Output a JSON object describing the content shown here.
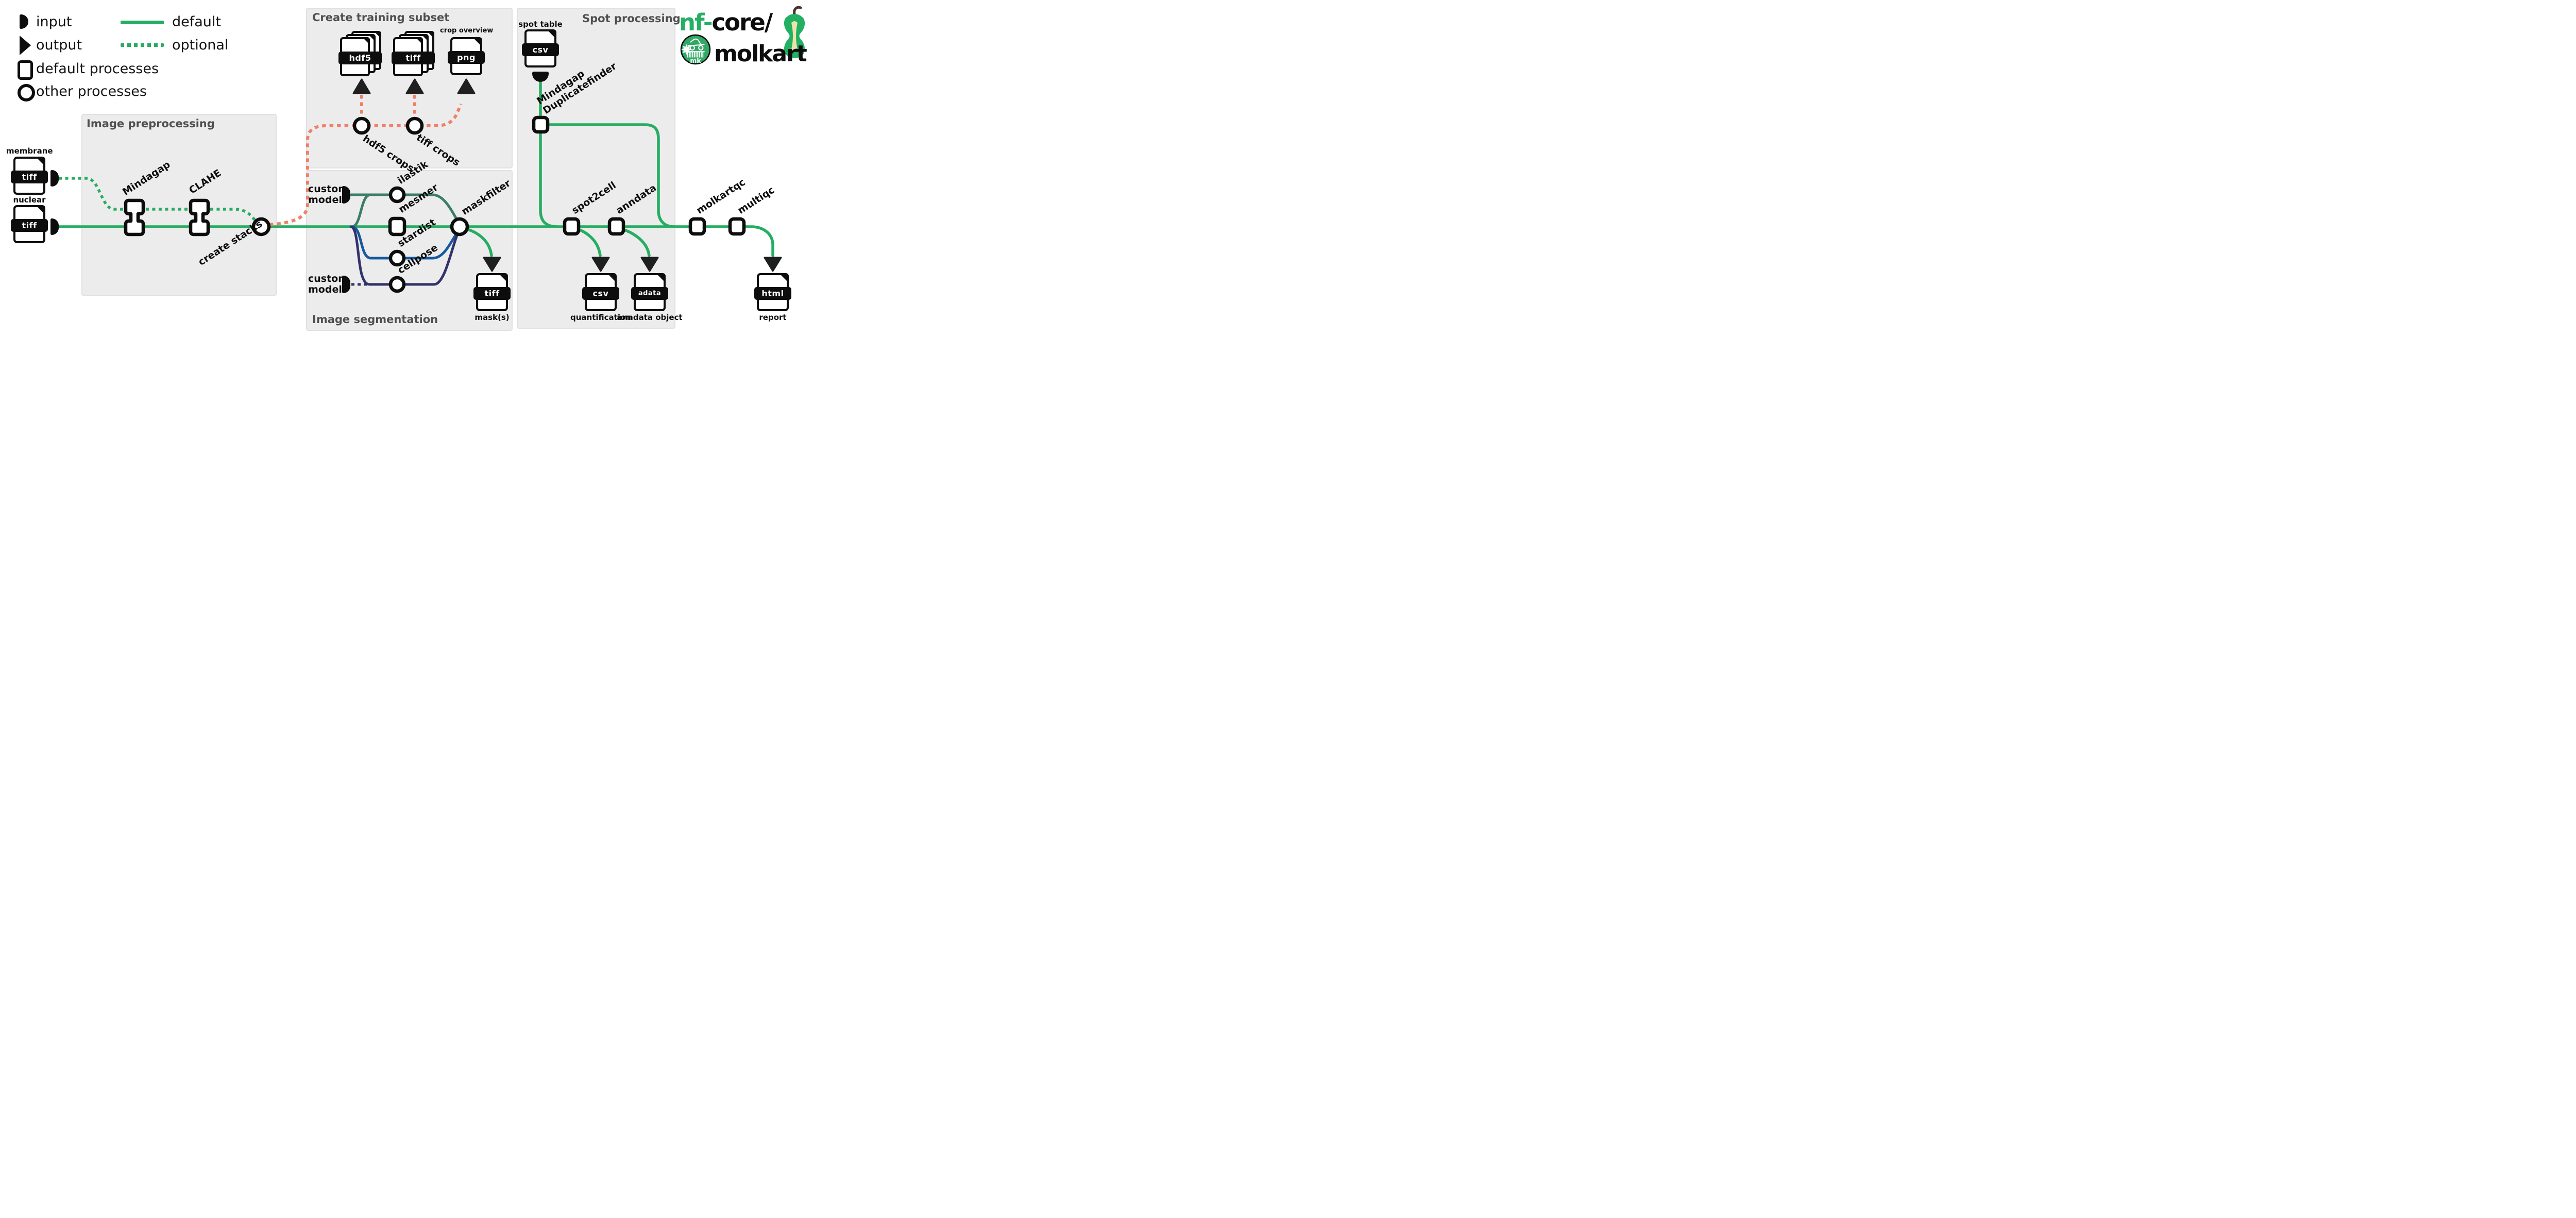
{
  "colors": {
    "line_green": "#27ad62",
    "optional_green": "#27ad62",
    "salmon": "#f0806b",
    "teal_ilastik": "#3a7d68",
    "blue_stardist": "#15599e",
    "navy_cellpose": "#32336b",
    "box_background": "#ececec",
    "box_title_gray": "#4f4f4f",
    "node_black": "#0d0d0d",
    "logo_green": "#24b064",
    "badge_green": "#2fa963"
  },
  "legend": {
    "input": "input",
    "output": "output",
    "default_processes": "default processes",
    "other_processes": "other processes",
    "default_line": "default",
    "optional_line": "optional"
  },
  "logo": {
    "prefix": "nf-",
    "suffix": "core/",
    "name": "molkart",
    "badge": "mk"
  },
  "boxes": {
    "preprocessing": "Image preprocessing",
    "training": "Create training subset",
    "segmentation": "Image segmentation",
    "spot": "Spot processing"
  },
  "processes": {
    "mindagap": "Mindagap",
    "clahe": "CLAHE",
    "create_stacks": "create stacks",
    "hdf5_crops": "hdf5 crops",
    "tiff_crops": "tiff crops",
    "ilastik": "ilastik",
    "mesmer": "mesmer",
    "stardist": "stardist",
    "cellpose": "cellpose",
    "maskfilter": "maskfilter",
    "duplicatefinder_line1": "Mindagap",
    "duplicatefinder_line2": "Duplicatefinder",
    "spot2cell": "spot2cell",
    "anndata": "anndata",
    "molkartqc": "molkartqc",
    "multiqc": "multiqc"
  },
  "inputs": {
    "custom_model_line1": "custom",
    "custom_model_line2": "model"
  },
  "files": {
    "membrane": {
      "label": "membrane",
      "type": "tiff"
    },
    "nuclear": {
      "label": "nuclear",
      "type": "tiff"
    },
    "spot_table": {
      "label": "spot table",
      "type": "csv"
    },
    "hdf5_crops": {
      "type": "hdf5"
    },
    "tiff_crops": {
      "type": "tiff"
    },
    "crop_overview": {
      "label": "crop overview",
      "type": "png"
    },
    "masks": {
      "label": "mask(s)",
      "type": "tiff"
    },
    "quantification": {
      "label": "quantification",
      "type": "csv"
    },
    "anndata_object": {
      "label": "anndata object",
      "type": "adata"
    },
    "report": {
      "label": "report",
      "type": "html"
    }
  }
}
